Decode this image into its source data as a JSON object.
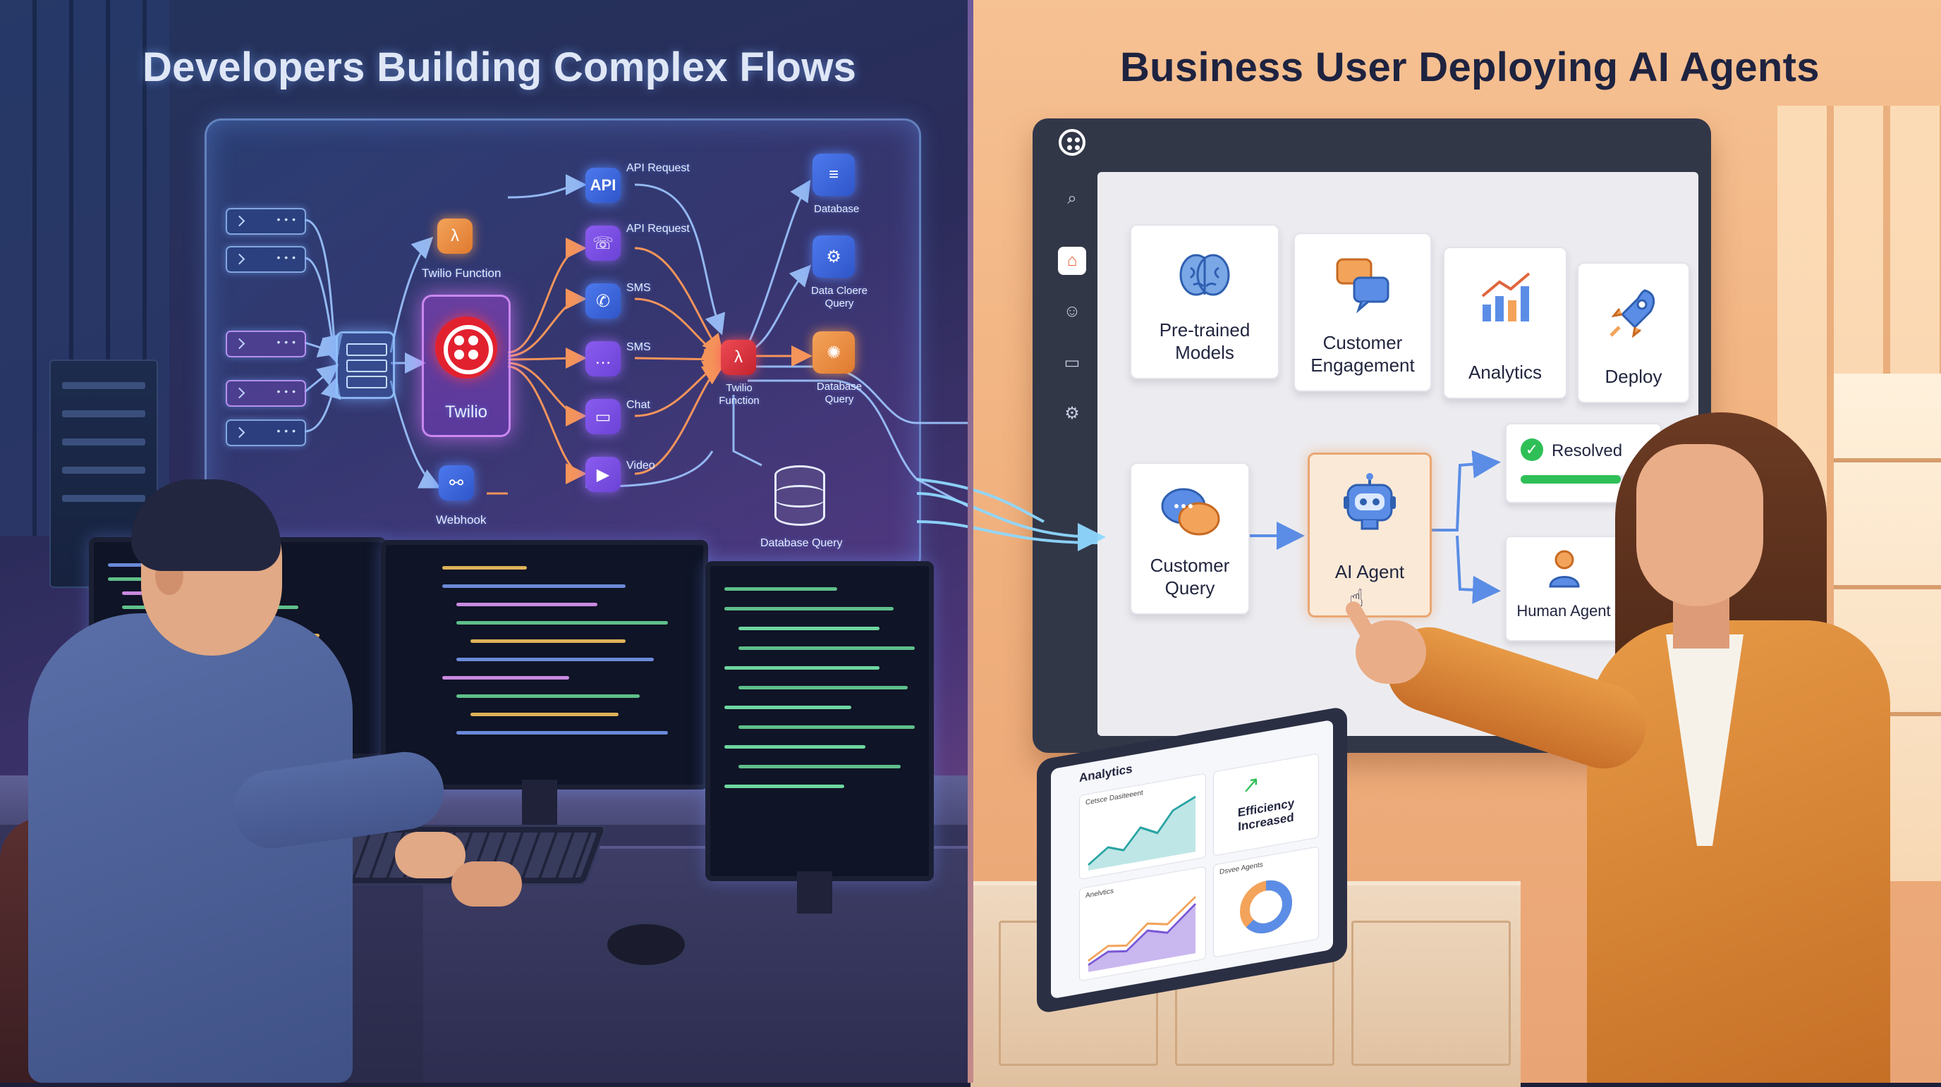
{
  "headline": {
    "left": "Developers Building Complex Flows",
    "right": "Business User Deploying AI Agents"
  },
  "flow": {
    "twilio_function_left": "Twilio Function",
    "twilio": "Twilio",
    "webhook": "Webhook",
    "api_icon_text": "API",
    "channels": [
      {
        "label": "API Request",
        "icon": "api-icon"
      },
      {
        "label": "API Request",
        "icon": "phone-icon"
      },
      {
        "label": "SMS",
        "icon": "whatsapp-icon"
      },
      {
        "label": "SMS",
        "icon": "chat-bubble-icon"
      },
      {
        "label": "Chat",
        "icon": "chat-icon"
      },
      {
        "label": "Video",
        "icon": "video-icon"
      }
    ],
    "twilio_function_right": "Twilio Function",
    "database": "Database",
    "data_cloere_query": "Data Cloere Query",
    "database_query_right": "Database Query",
    "database_query_bottom": "Database Query"
  },
  "app": {
    "feature_cards": [
      {
        "label": "Pre-trained Models",
        "icon": "brain-icon"
      },
      {
        "label": "Customer Engagement",
        "icon": "speech-bubbles-icon"
      },
      {
        "label": "Analytics",
        "icon": "bar-chart-icon"
      },
      {
        "label": "Deploy",
        "icon": "rocket-icon"
      }
    ],
    "customer_query": "Customer Query",
    "ai_agent": "AI Agent",
    "resolved": "Resolved",
    "resolved_progress": 0.8,
    "human_agent": "Human Agent",
    "sidebar_icons": [
      "search-icon",
      "home-icon",
      "users-icon",
      "folder-icon",
      "gear-icon"
    ]
  },
  "tablet": {
    "title": "Analytics",
    "card1_title": "Cetsce Dasiteeent",
    "efficiency": "Efficiency Increased",
    "card3_title": "Anelvtics",
    "card4_title": "Dsvee Agents"
  },
  "colors": {
    "left_accent": "#8a5cf0",
    "twilio_red": "#e2212f",
    "right_accent": "#e8663d",
    "resolved_green": "#2fbf57"
  }
}
